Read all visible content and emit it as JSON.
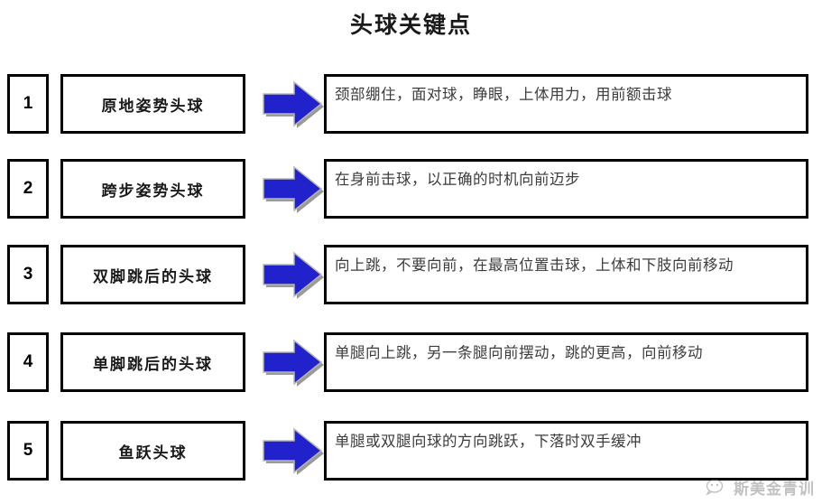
{
  "page": {
    "title": "头球关键点",
    "arrow_icon": "right-arrow-icon",
    "arrow_fill": "#2222CC",
    "arrow_shadow": "#9a9a9a",
    "box_border_color": "#000000",
    "desc_text_color": "#3c3c3c"
  },
  "rows": [
    {
      "number": "1",
      "name": "原地姿势头球",
      "description": "颈部绷住，面对球，睁眼，上体用力，用前额击球"
    },
    {
      "number": "2",
      "name": "跨步姿势头球",
      "description": "在身前击球，以正确的时机向前迈步"
    },
    {
      "number": "3",
      "name": "双脚跳后的头球",
      "description": "向上跳，不要向前，在最高位置击球，上体和下肢向前移动"
    },
    {
      "number": "4",
      "name": "单脚跳后的头球",
      "description": "单腿向上跳，另一条腿向前摆动，跳的更高，向前移动"
    },
    {
      "number": "5",
      "name": "鱼跃头球",
      "description": "单腿或双腿向球的方向跳跃，下落时双手缓冲"
    }
  ],
  "watermark": {
    "icon": "wechat-icon",
    "text": "斯美金青训"
  }
}
